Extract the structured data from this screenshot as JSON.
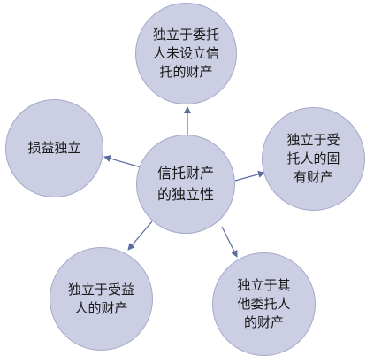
{
  "diagram": {
    "center": [
      "信托财产",
      "的独立性"
    ],
    "nodes": {
      "top": [
        "独立于委托",
        "人未设立信",
        "托的财产"
      ],
      "left": [
        "损益独立"
      ],
      "right": [
        "独立于受",
        "托人的固",
        "有财产"
      ],
      "bottom_left": [
        "独立于受益",
        "人的财产"
      ],
      "bottom_right": [
        "独立于其",
        "他委托人",
        "的财产"
      ]
    },
    "colors": {
      "node_fill": "#cccfe4",
      "node_border": "#a4a9c8",
      "arrow": "#5b6d9e",
      "text": "#1a1a1a"
    }
  }
}
